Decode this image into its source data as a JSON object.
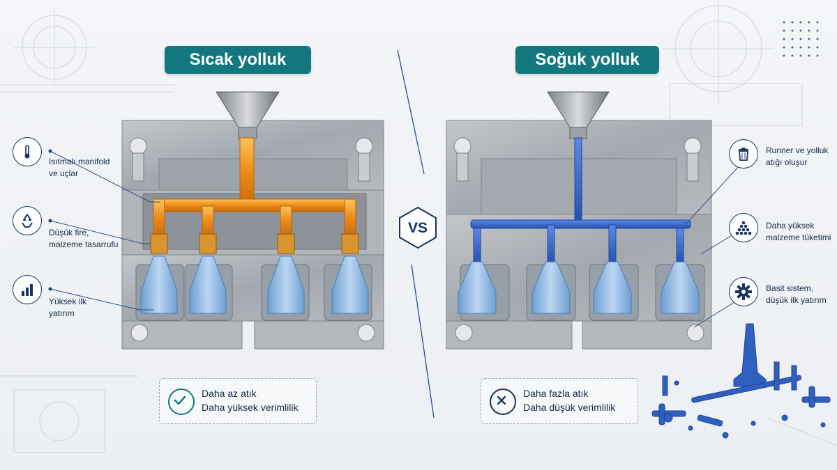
{
  "left": {
    "title": "Sıcak yolluk",
    "features": [
      {
        "icon": "thermometer-icon",
        "line1": "Isıtmalı manifold",
        "line2": "ve uçlar"
      },
      {
        "icon": "recycle-icon",
        "line1": "Düşük fire,",
        "line2": "malzeme tasarrufu"
      },
      {
        "icon": "bar-chart-icon",
        "line1": "Yüksek ilk",
        "line2": "yatırım"
      }
    ],
    "summary": {
      "icon": "check-icon",
      "line1": "Daha az atık",
      "line2": "Daha yüksek verimlilik"
    }
  },
  "vs_label": "VS",
  "right": {
    "title": "Soğuk yolluk",
    "features": [
      {
        "icon": "trash-icon",
        "line1": "Runner ve yolluk",
        "line2": "atığı oluşur"
      },
      {
        "icon": "material-pile-icon",
        "line1": "Daha yüksek",
        "line2": "malzeme tüketimi"
      },
      {
        "icon": "gear-icon",
        "line1": "Basit sistem,",
        "line2": "düşük ilk yatırım"
      }
    ],
    "summary": {
      "icon": "x-icon",
      "line1": "Daha fazla atık",
      "line2": "Daha düşük verimlilik"
    }
  },
  "colors": {
    "teal": "#14777f",
    "navy": "#16345f",
    "hot_runner": "#e8901f",
    "cold_runner": "#2f5fbf",
    "part_blue": "#8fb6e0",
    "steel": "#a9adb2"
  }
}
